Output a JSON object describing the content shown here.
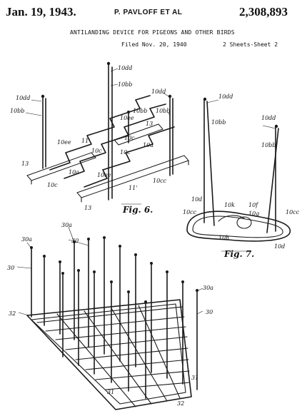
{
  "header": {
    "date": "Jan. 19, 1943.",
    "inventors": "P. PAVLOFF ET AL",
    "patent_number": "2,308,893",
    "title": "ANTILANDING DEVICE FOR PIGEONS AND OTHER BIRDS",
    "filed": "Filed Nov. 20, 1940",
    "sheets": "2 Sheets-Sheet 2"
  },
  "figures": {
    "fig6": {
      "label": "Fig. 6.",
      "callouts": [
        "10dd",
        "10bb",
        "10dd",
        "10bb",
        "10dd",
        "10ee",
        "10bb",
        "10bb",
        "13",
        "10ee",
        "11'",
        "10c",
        "10c",
        "10c",
        "10a",
        "13",
        "10a",
        "10ee",
        "10c",
        "10cc",
        "11'",
        "13"
      ]
    },
    "fig7": {
      "label": "Fig. 7.",
      "callouts": [
        "10dd",
        "10dd",
        "10bb",
        "10bb",
        "10d",
        "10k",
        "10f",
        "10g",
        "10cc",
        "10cc",
        "10h",
        "10d"
      ]
    },
    "rack": {
      "callouts": [
        "30a",
        "30a",
        "30",
        "30",
        "30a",
        "30",
        "32",
        "31",
        "31",
        "32"
      ]
    }
  }
}
